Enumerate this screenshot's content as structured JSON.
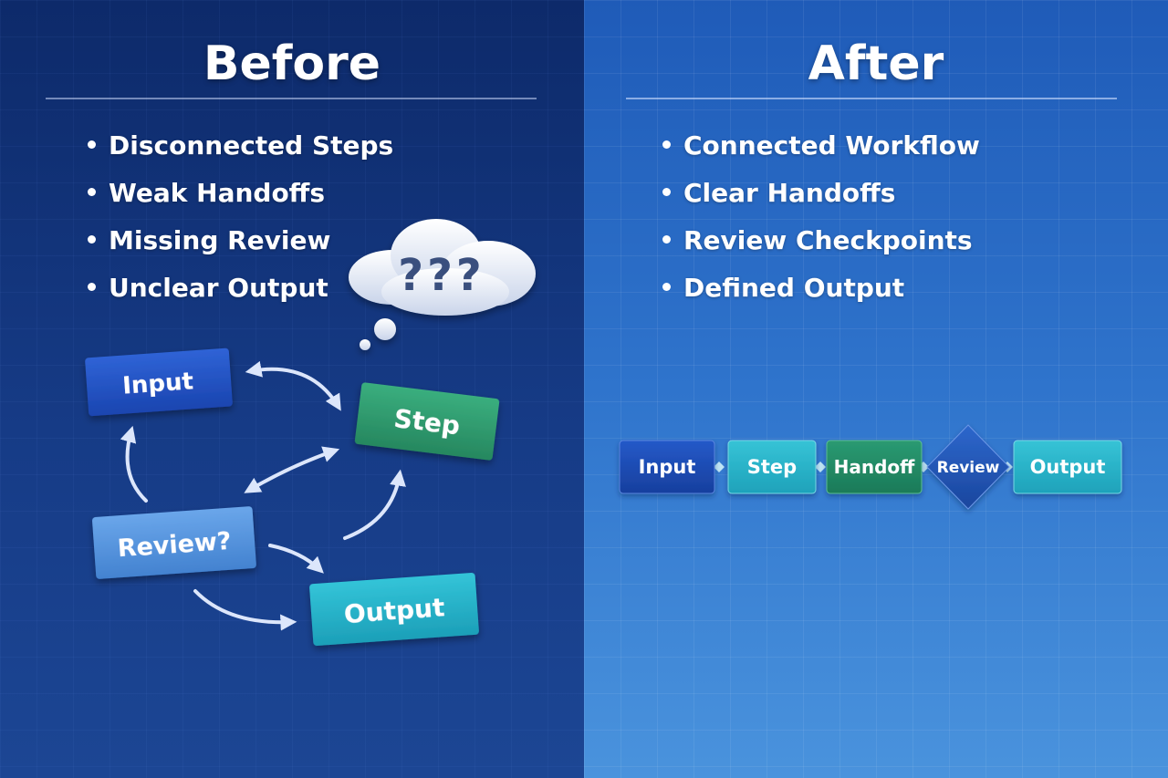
{
  "before": {
    "title": "Before",
    "bullets": [
      "Disconnected Steps",
      "Weak Handoffs",
      "Missing Review",
      "Unclear Output"
    ],
    "cloud_text": "???",
    "nodes": {
      "input": "Input",
      "step": "Step",
      "review": "Review?",
      "output": "Output"
    }
  },
  "after": {
    "title": "After",
    "bullets": [
      "Connected Workflow",
      "Clear Handoffs",
      "Review Checkpoints",
      "Defined Output"
    ],
    "flow": [
      "Input",
      "Step",
      "Handoff",
      "Review",
      "Output"
    ]
  },
  "colors": {
    "input_blue": "#1f4fc0",
    "step_green": "#2e9a6e",
    "review_light_blue": "#4f8fdc",
    "output_cyan": "#23b2c9",
    "handoff_green": "#1e8a66",
    "review_diamond": "#2258b8"
  }
}
